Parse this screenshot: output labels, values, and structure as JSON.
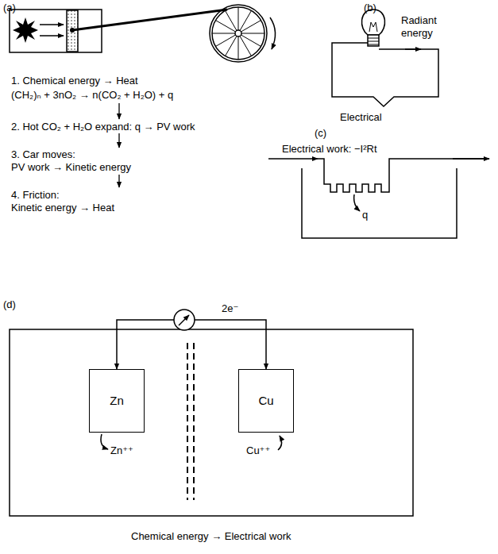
{
  "diagram": {
    "nodes": [
      {
        "text": [
          "Zn"
        ]
      },
      {
        "text": [
          "Cu"
        ]
      }
    ],
    "edges": [
      {
        "from": 0,
        "to": 1,
        "arrow": "both",
        "label": "2e⁻"
      }
    ],
    "labels": [
      "(a)",
      "1. Chemical energy → Heat",
      "(CH₂)ₙ + 3nO₂ → n(CO₂ + H₂O) + q",
      "2. Hot CO₂ + H₂O expand: q → PV work",
      "3. Car moves:",
      "PV work → Kinetic energy",
      "4. Friction:",
      "Kinetic energy → Heat",
      "(b)",
      "Radiant energy",
      "Electrical",
      "(c)",
      "Electrical work: −I²Rt",
      "q",
      "(d)",
      "Zn⁺⁺",
      "Cu⁺⁺",
      "Chemical energy → Electrical work"
    ]
  }
}
